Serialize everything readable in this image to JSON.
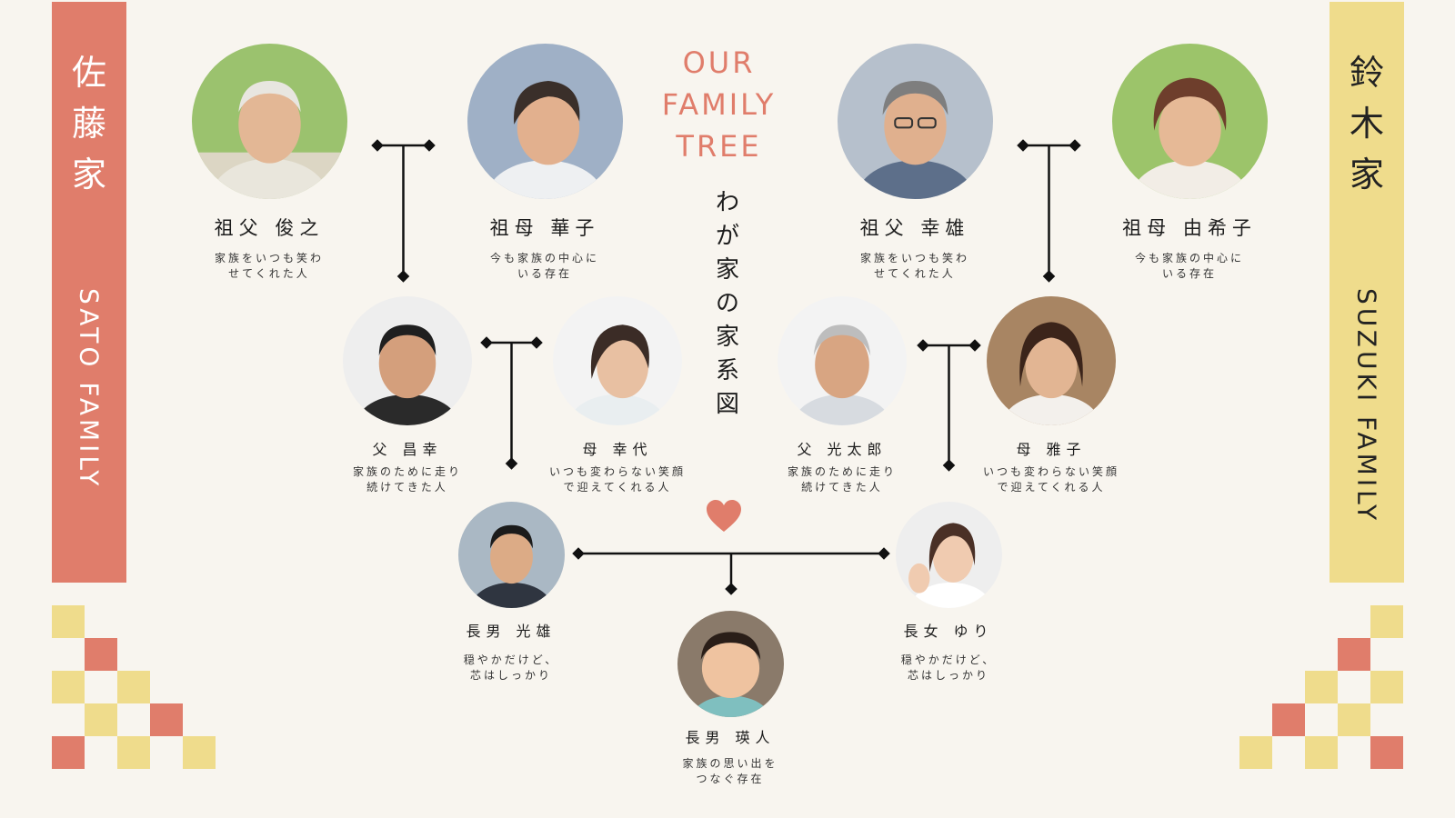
{
  "title_lines": [
    "OUR",
    "FAMILY",
    "TREE"
  ],
  "subtitle_chars": [
    "わ",
    "が",
    "家",
    "の",
    "家",
    "系",
    "図"
  ],
  "families": {
    "sato": {
      "kanji": [
        "佐",
        "藤",
        "家"
      ],
      "english": "SATO FAMILY",
      "color": "#e07d6b"
    },
    "suzuki": {
      "kanji": [
        "鈴",
        "木",
        "家"
      ],
      "english": "SUZUKI FAMILY",
      "color": "#efdc8c"
    }
  },
  "members": {
    "sato_grandfather": {
      "name": "祖父 俊之",
      "desc": "家族をいつも笑わ\nせてくれた人",
      "photo": "elderly-man-portrait"
    },
    "sato_grandmother": {
      "name": "祖母 華子",
      "desc": "今も家族の中心に\nいる存在",
      "photo": "elderly-woman-portrait"
    },
    "suzuki_grandfather": {
      "name": "祖父 幸雄",
      "desc": "家族をいつも笑わ\nせてくれた人",
      "photo": "elderly-man-glasses-portrait"
    },
    "suzuki_grandmother": {
      "name": "祖母 由希子",
      "desc": "今も家族の中心に\nいる存在",
      "photo": "elderly-woman-portrait"
    },
    "sato_father": {
      "name": "父 昌幸",
      "desc": "家族のために走り\n続けてきた人",
      "photo": "middle-aged-man-portrait"
    },
    "sato_mother": {
      "name": "母 幸代",
      "desc": "いつも変わらない笑顔\nで迎えてくれる人",
      "photo": "middle-aged-woman-portrait"
    },
    "suzuki_father": {
      "name": "父 光太郎",
      "desc": "家族のために走り\n続けてきた人",
      "photo": "middle-aged-man-portrait"
    },
    "suzuki_mother": {
      "name": "母 雅子",
      "desc": "いつも変わらない笑顔\nで迎えてくれる人",
      "photo": "middle-aged-woman-portrait"
    },
    "son": {
      "name": "長男 光雄",
      "desc": "穏やかだけど、\n芯はしっかり",
      "photo": "young-man-portrait"
    },
    "daughter": {
      "name": "長女 ゆり",
      "desc": "穏やかだけど、\n芯はしっかり",
      "photo": "young-woman-waving-portrait"
    },
    "grandchild": {
      "name": "長男 瑛人",
      "desc": "家族の思い出を\nつなぐ存在",
      "photo": "toddler-portrait"
    }
  },
  "colors": {
    "accent": "#e07d6b",
    "yellow": "#efdc8c",
    "background": "#f8f5ef",
    "line": "#111111"
  },
  "icons": {
    "heart": "heart-icon"
  }
}
